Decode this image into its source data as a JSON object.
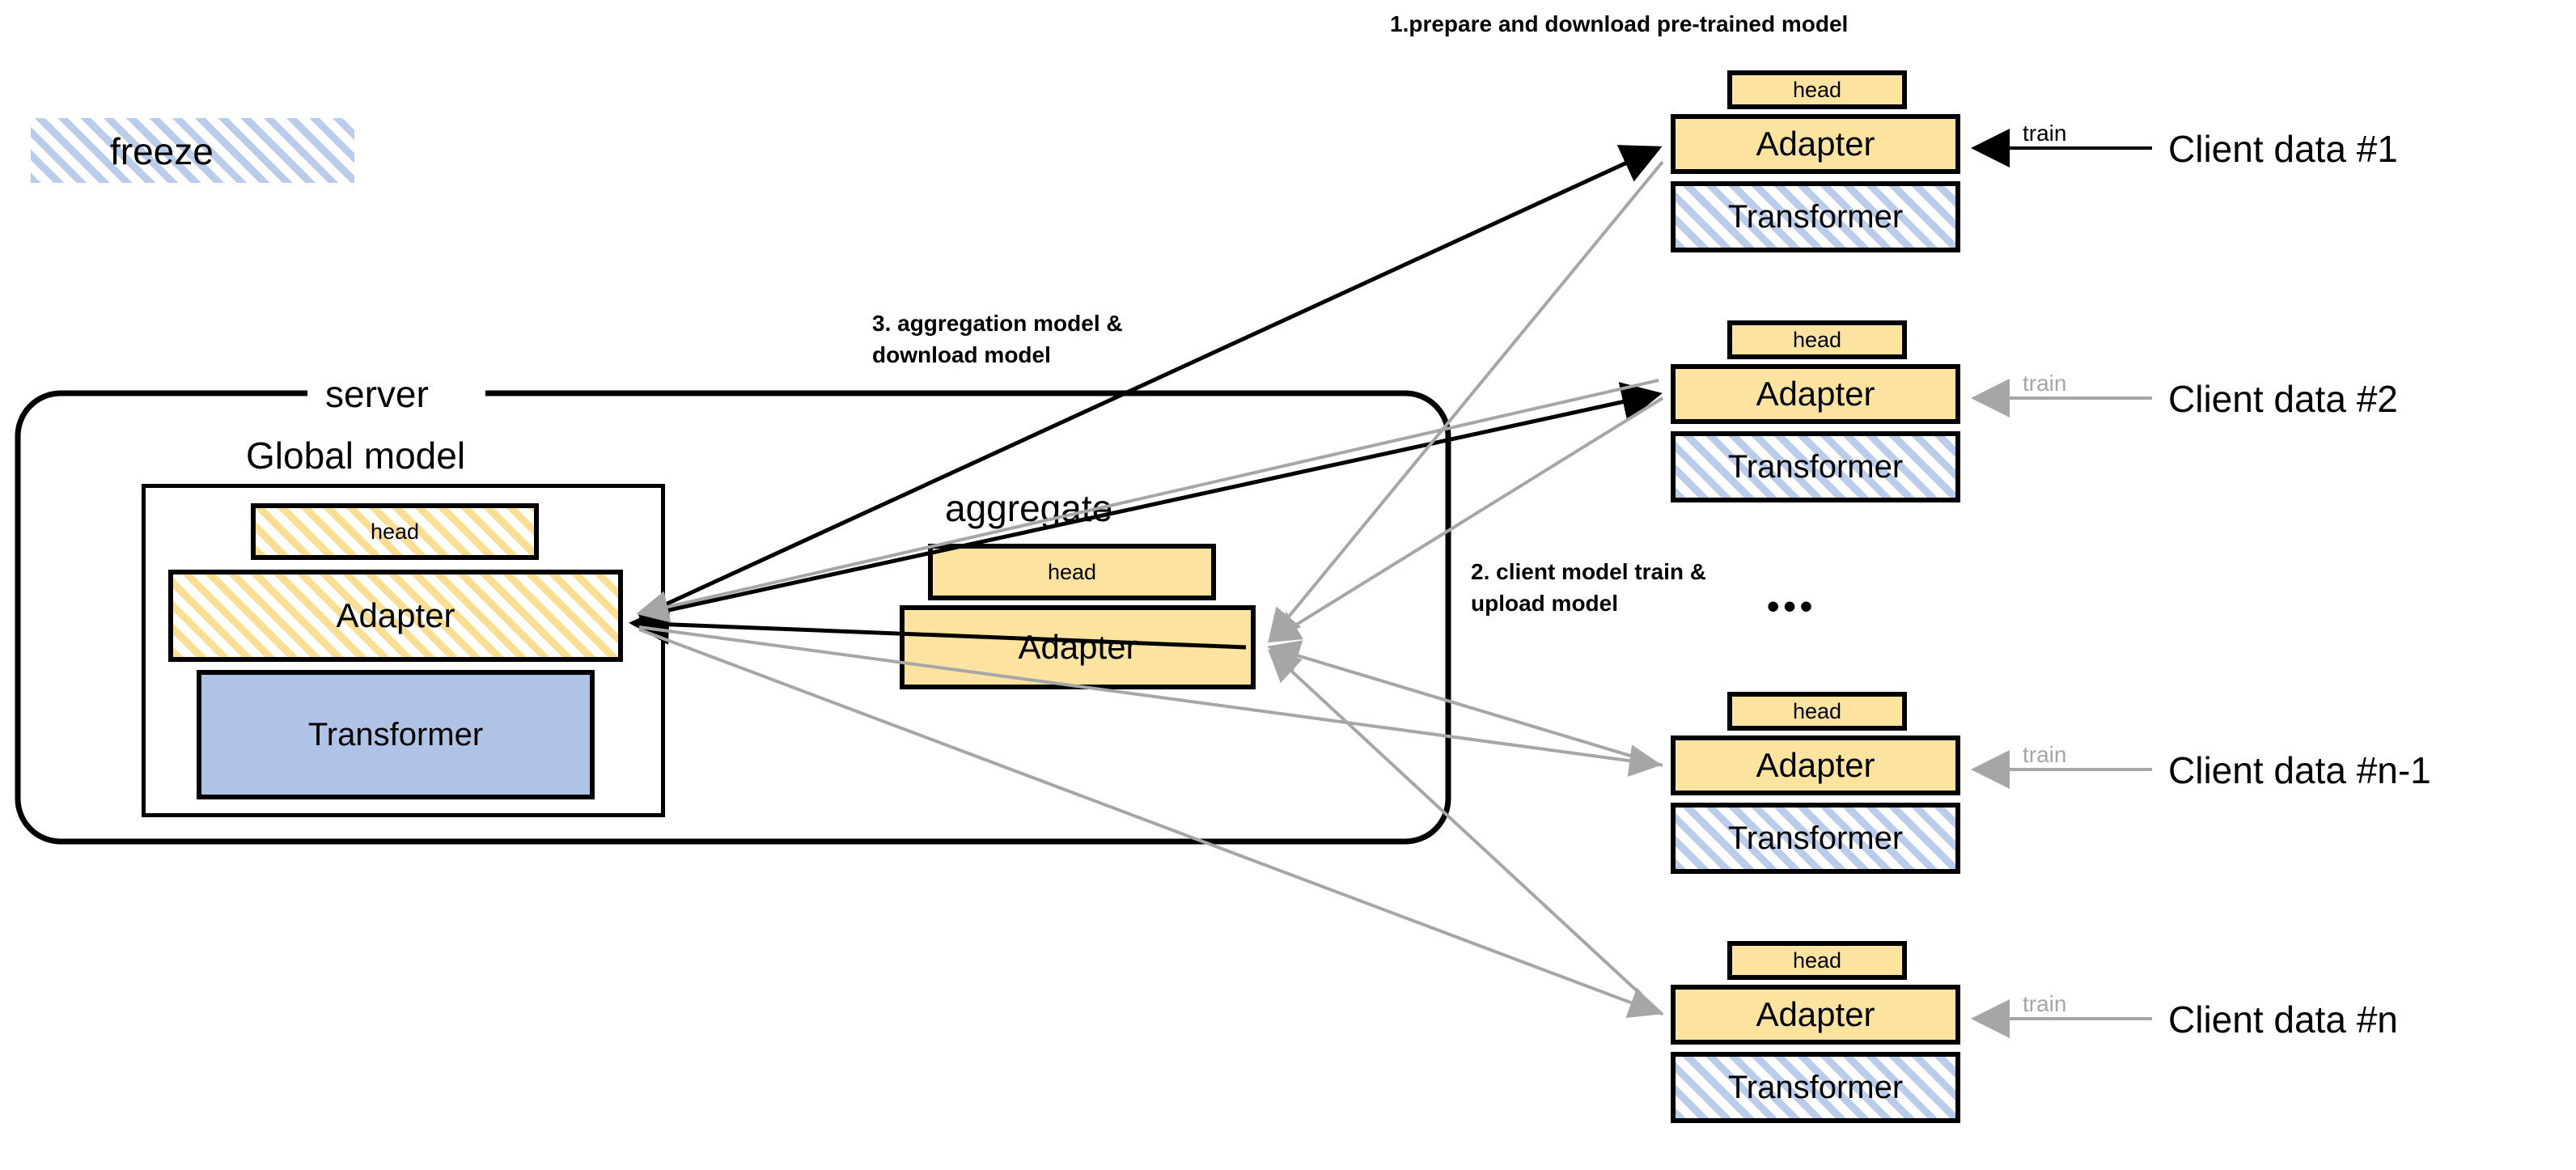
{
  "legend": {
    "freeze_label": "freeze"
  },
  "server": {
    "title": "server",
    "global_model_title": "Global model",
    "layers": [
      {
        "name": "head",
        "label": "head",
        "fill": "hatched-yellow"
      },
      {
        "name": "adapter",
        "label": "Adapter",
        "fill": "hatched-yellow"
      },
      {
        "name": "transformer",
        "label": "Transformer",
        "fill": "solid-blue"
      }
    ]
  },
  "aggregate": {
    "title": "aggregate",
    "layers": [
      {
        "name": "head",
        "label": "head",
        "fill": "solid-yellow"
      },
      {
        "name": "adapter",
        "label": "Adapter",
        "fill": "solid-yellow"
      }
    ]
  },
  "steps": {
    "step1": "1.prepare and download pre-trained model",
    "step2_line1": "2. client model train &",
    "step2_line2": "upload model",
    "step3_line1": "3. aggregation model &",
    "step3_line2": "download model",
    "ellipsis": "•••"
  },
  "clients": [
    {
      "id": "client-1",
      "data_label": "Client data #1",
      "train_label": "train",
      "train_arrow_color": "#000000",
      "layers": [
        {
          "name": "head",
          "label": "head",
          "fill": "solid-yellow"
        },
        {
          "name": "adapter",
          "label": "Adapter",
          "fill": "solid-yellow"
        },
        {
          "name": "transformer",
          "label": "Transformer",
          "fill": "hatched-blue"
        }
      ]
    },
    {
      "id": "client-2",
      "data_label": "Client data #2",
      "train_label": "train",
      "train_arrow_color": "#A6A6A6",
      "layers": [
        {
          "name": "head",
          "label": "head",
          "fill": "solid-yellow"
        },
        {
          "name": "adapter",
          "label": "Adapter",
          "fill": "solid-yellow"
        },
        {
          "name": "transformer",
          "label": "Transformer",
          "fill": "hatched-blue"
        }
      ]
    },
    {
      "id": "client-n-1",
      "data_label": "Client data #n-1",
      "train_label": "train",
      "train_arrow_color": "#A6A6A6",
      "layers": [
        {
          "name": "head",
          "label": "head",
          "fill": "solid-yellow"
        },
        {
          "name": "adapter",
          "label": "Adapter",
          "fill": "solid-yellow"
        },
        {
          "name": "transformer",
          "label": "Transformer",
          "fill": "hatched-blue"
        }
      ]
    },
    {
      "id": "client-n",
      "data_label": "Client data #n",
      "train_label": "train",
      "train_arrow_color": "#A6A6A6",
      "layers": [
        {
          "name": "head",
          "label": "head",
          "fill": "solid-yellow"
        },
        {
          "name": "adapter",
          "label": "Adapter",
          "fill": "solid-yellow"
        },
        {
          "name": "transformer",
          "label": "Transformer",
          "fill": "hatched-blue"
        }
      ]
    }
  ],
  "colors": {
    "yellow_fill": "#FCE3A0",
    "yellow_hatch": "#FBDE91",
    "blue_fill": "#AEC3E6",
    "blue_hatch": "#B9CCEC",
    "line_black": "#000000",
    "line_grey": "#A6A6A6"
  }
}
